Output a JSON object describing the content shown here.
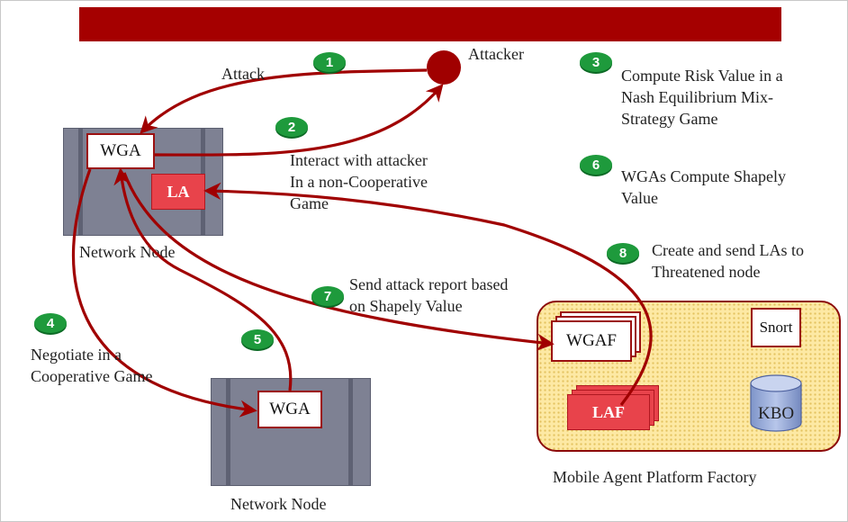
{
  "attacker": {
    "label": "Attacker"
  },
  "nodes": {
    "top": {
      "label": "Network Node",
      "agent": "WGA",
      "local_agent": "LA"
    },
    "bottom": {
      "label": "Network Node",
      "agent": "WGA"
    }
  },
  "platform": {
    "label": "Mobile Agent Platform Factory",
    "wgaf": "WGAF",
    "laf": "LAF",
    "snort": "Snort",
    "kbo": "KBO"
  },
  "steps": [
    {
      "num": "1",
      "text": "Attack"
    },
    {
      "num": "2",
      "text": "Interact with attacker\nIn a non-Cooperative\nGame"
    },
    {
      "num": "3",
      "text": "Compute Risk Value in a\nNash Equilibrium Mix-\nStrategy Game"
    },
    {
      "num": "4",
      "text": "Negotiate in a\nCooperative Game"
    },
    {
      "num": "5",
      "text": ""
    },
    {
      "num": "6",
      "text": "WGAs Compute Shapely\nValue"
    },
    {
      "num": "7",
      "text": "Send attack report based\non Shapely Value"
    },
    {
      "num": "8",
      "text": "Create and send LAs to\nThreatened node"
    }
  ],
  "colors": {
    "banner": "#a50000",
    "arrow": "#a00000",
    "badge": "#1e9a3c",
    "node": "#7e8193",
    "platform_fill": "#fde9a4",
    "la_red": "#e8434b"
  }
}
